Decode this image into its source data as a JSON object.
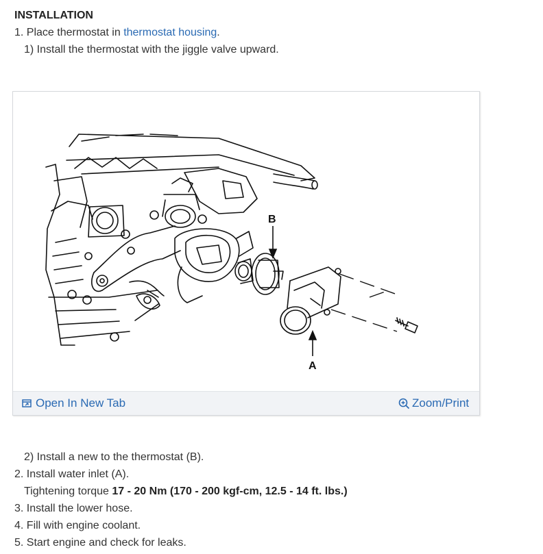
{
  "heading": "INSTALLATION",
  "step1": {
    "prefix": "1. Place thermostat in ",
    "link": "thermostat housing",
    "suffix": "."
  },
  "step1_sub1": "1) Install the thermostat with the jiggle valve upward.",
  "figure": {
    "label_b": "B",
    "label_a": "A",
    "open_tab_label": "Open In New Tab",
    "zoom_label": "Zoom/Print"
  },
  "step1_sub2": "2) Install a new to the thermostat (B).",
  "step2": "2. Install water inlet (A).",
  "torque": {
    "prefix": "Tightening torque ",
    "value": "17 - 20 Nm (170 - 200 kgf-cm, 12.5 - 14 ft. lbs.)"
  },
  "step3": "3. Install the lower hose.",
  "step4": "4. Fill with engine coolant.",
  "step5": "5. Start engine and check for leaks."
}
